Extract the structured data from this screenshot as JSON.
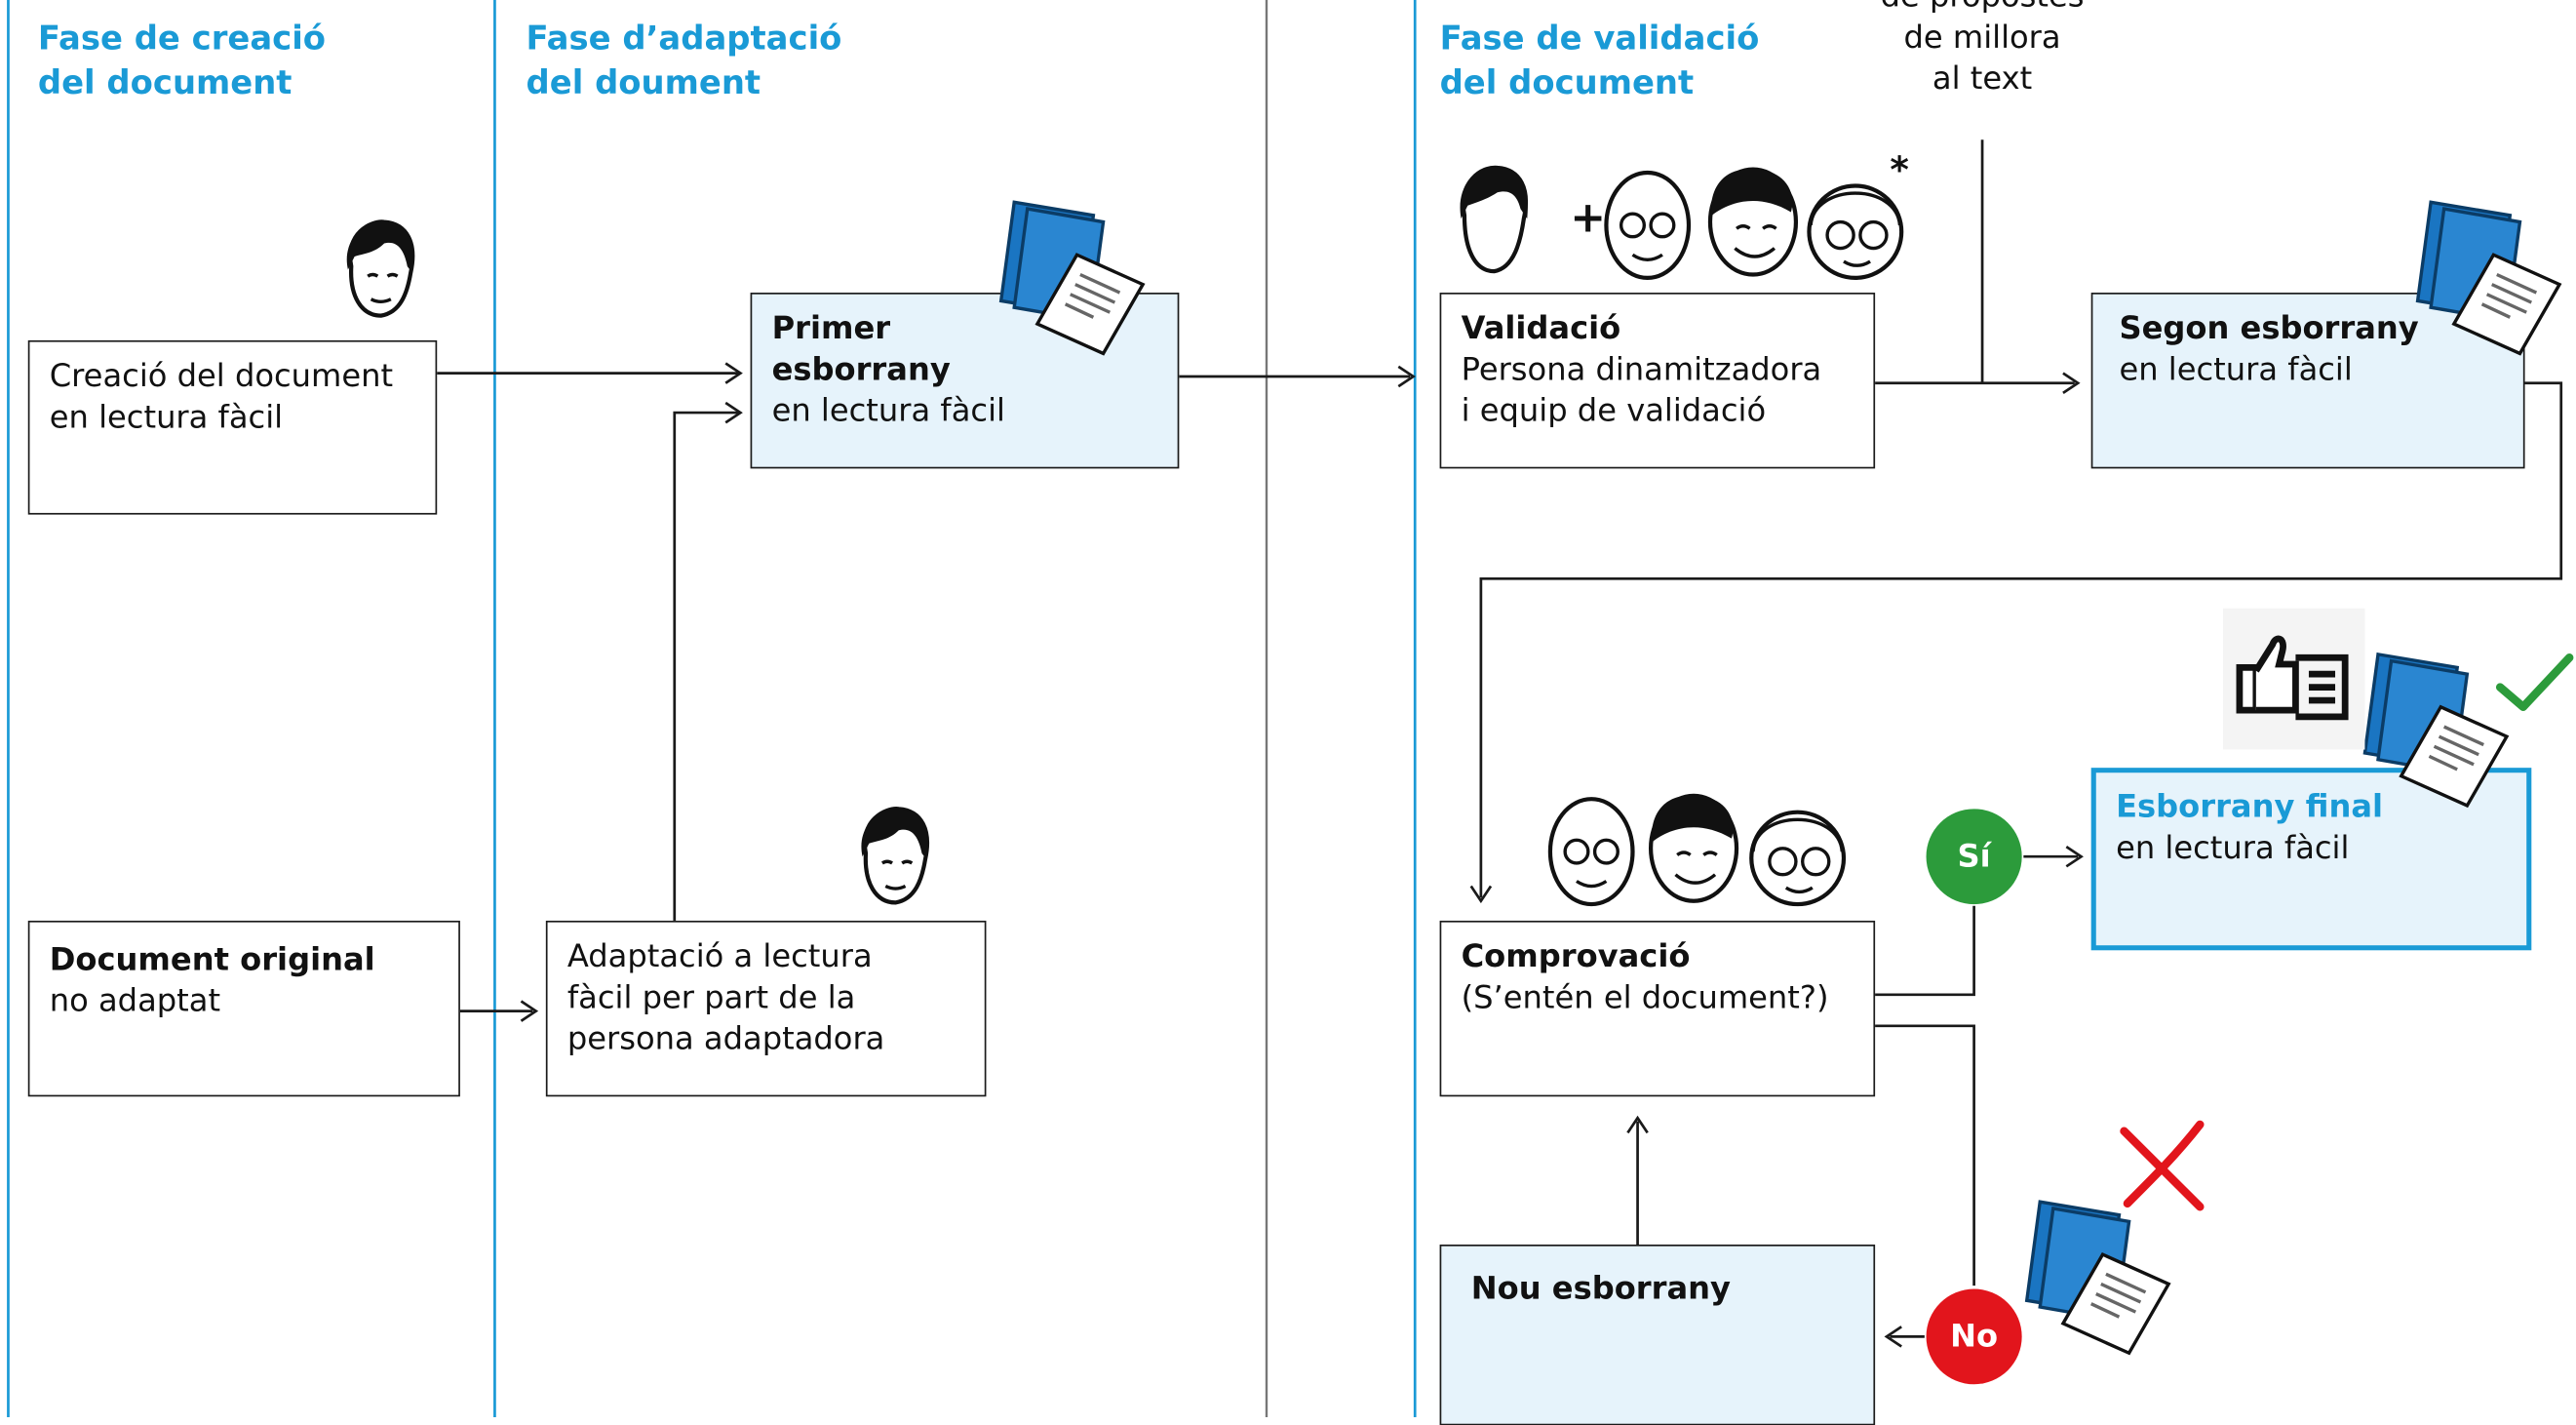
{
  "colors": {
    "accent_blue": "#1a9ad6",
    "draft_fill": "#e6f3fb",
    "yes_green": "#2c9b3b",
    "no_red": "#e2151c"
  },
  "phases": {
    "creation": "Fase de creació\ndel document",
    "adaptation": "Fase d’adaptació\ndel doument",
    "validation": "Fase de validació\ndel document"
  },
  "proposals_label": "de propostes\nde millora\nal text",
  "asterisk": "*",
  "boxes": {
    "creation": {
      "text": "Creació del document\nen lectura fàcil"
    },
    "original": {
      "title": "Document original",
      "text": "no adaptat"
    },
    "adaptation": {
      "text": "Adaptació a lectura\nfàcil per part de la\npersona adaptadora"
    },
    "first_draft": {
      "title": "Primer\nesborrany",
      "text": "en lectura fàcil"
    },
    "validation": {
      "title": "Validació",
      "text": "Persona dinamitzadora\ni equip de validació"
    },
    "second_draft": {
      "title": "Segon esborrany",
      "text": "en lectura fàcil"
    },
    "check": {
      "title": "Comprovació",
      "text": "(S’entén el document?)"
    },
    "final_draft": {
      "title": "Esborrany final",
      "text": "en lectura fàcil"
    },
    "new_draft": {
      "title": "Nou esborrany"
    }
  },
  "badges": {
    "yes": "Sí",
    "no": "No"
  },
  "icons": [
    "person-face-icon",
    "validation-team-icon",
    "document-icon",
    "thumbs-up-reading-icon",
    "checkmark-icon",
    "cross-icon"
  ]
}
